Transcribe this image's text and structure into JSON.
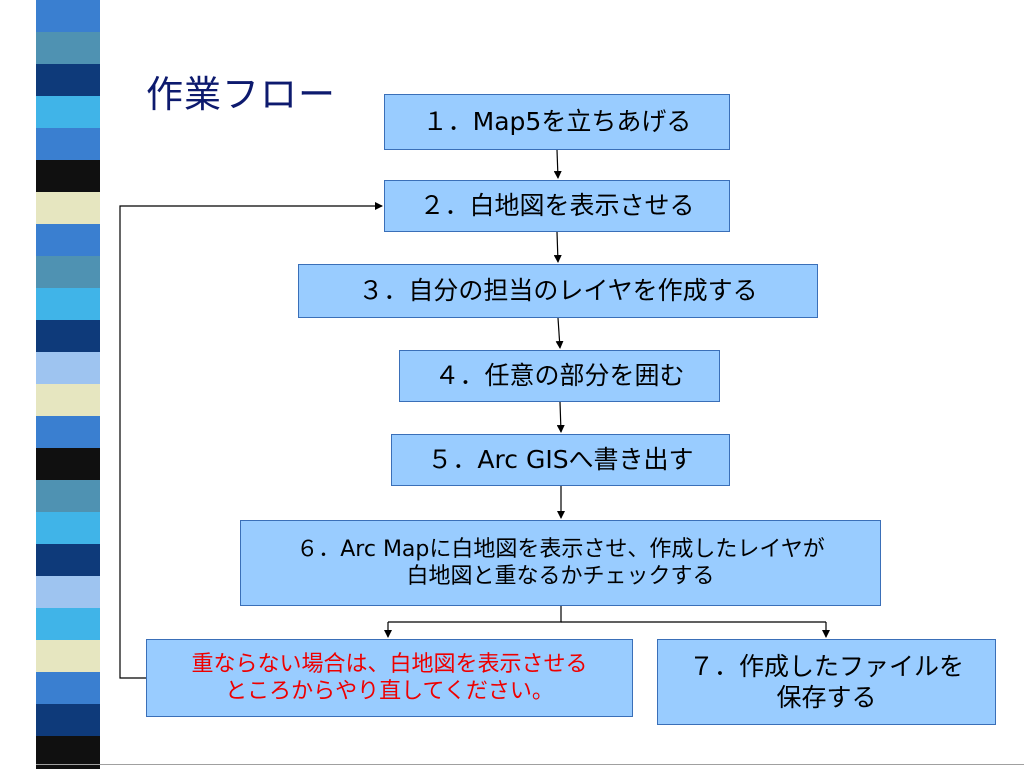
{
  "slide": {
    "title": "作業フロー",
    "stripe_colors": [
      "#3a7fd0",
      "#4f92b2",
      "#0e3a7a",
      "#40b4e8",
      "#3a7fd0",
      "#101010",
      "#e6e6c0",
      "#3a7fd0",
      "#4f92b2",
      "#40b4e8",
      "#0e3a7a",
      "#9ec4f0",
      "#e6e6c0",
      "#3a7fd0",
      "#101010",
      "#4f92b2",
      "#40b4e8",
      "#0e3a7a",
      "#9ec4f0",
      "#40b4e8",
      "#e6e6c0",
      "#3a7fd0",
      "#0e3a7a",
      "#101010"
    ]
  },
  "flow": {
    "step1": "１．Map5を立ちあげる",
    "step2": "２．白地図を表示させる",
    "step3": "３．自分の担当のレイヤを作成する",
    "step4": "４．任意の部分を囲む",
    "step5": "５．Arc GISへ書き出す",
    "step6_line1": "６．Arc Mapに白地図を表示させ、作成したレイヤが",
    "step6_line2": "白地図と重なるかチェックする",
    "fail_line1": "重ならない場合は、白地図を表示させる",
    "fail_line2": "ところからやり直してください。",
    "step7_line1": "７．作成したファイルを",
    "step7_line2": "保存する"
  }
}
